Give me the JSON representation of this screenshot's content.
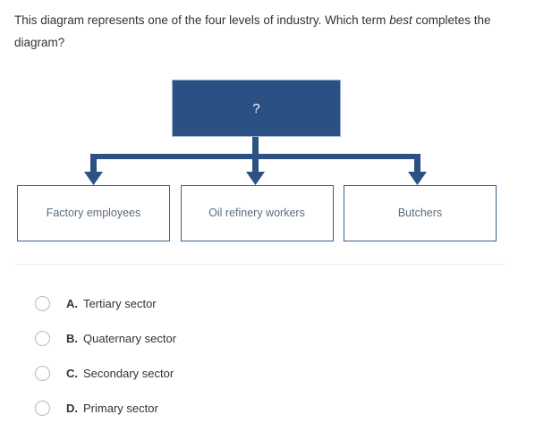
{
  "question": {
    "text_before_emphasis": "This diagram represents one of the four levels of industry. Which term ",
    "emphasis": "best",
    "text_after_emphasis": " completes the diagram?"
  },
  "diagram": {
    "root": {
      "label": "?",
      "fill_color": "#2b5083",
      "text_color": "#ffffff"
    },
    "connector_color": "#2b5283",
    "leaves": [
      {
        "label": "Factory employees"
      },
      {
        "label": "Oil refinery workers"
      },
      {
        "label": "Butchers"
      }
    ]
  },
  "options": [
    {
      "letter": "A.",
      "text": "Tertiary sector",
      "selected": false
    },
    {
      "letter": "B.",
      "text": "Quaternary sector",
      "selected": false
    },
    {
      "letter": "C.",
      "text": "Secondary sector",
      "selected": false
    },
    {
      "letter": "D.",
      "text": "Primary sector",
      "selected": false
    }
  ]
}
